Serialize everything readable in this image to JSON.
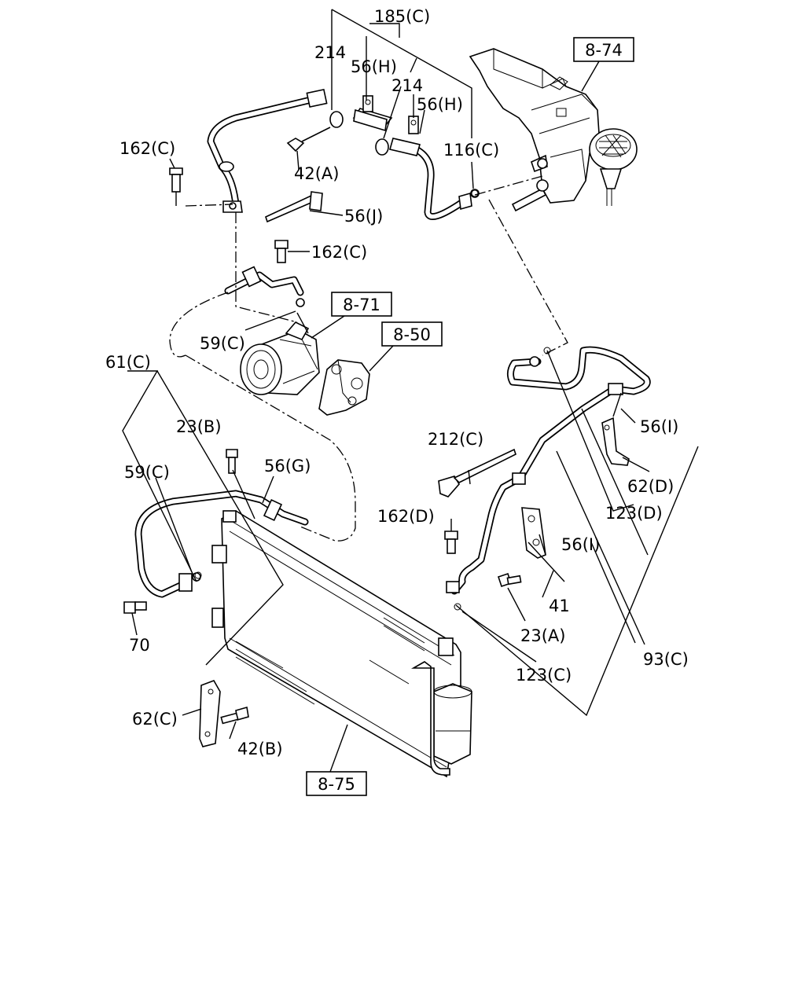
{
  "callouts": [
    {
      "id": "185C",
      "text": "185(C)"
    },
    {
      "id": "214a",
      "text": "214"
    },
    {
      "id": "56Ha",
      "text": "56(H)"
    },
    {
      "id": "214b",
      "text": "214"
    },
    {
      "id": "56Hb",
      "text": "56(H)"
    },
    {
      "id": "116C",
      "text": "116(C)"
    },
    {
      "id": "162Ca",
      "text": "162(C)"
    },
    {
      "id": "42A",
      "text": "42(A)"
    },
    {
      "id": "56J",
      "text": "56(J)"
    },
    {
      "id": "162Cb",
      "text": "162(C)"
    },
    {
      "id": "59Ca",
      "text": "59(C)"
    },
    {
      "id": "61C",
      "text": "61(C)"
    },
    {
      "id": "23B",
      "text": "23(B)"
    },
    {
      "id": "59Cb",
      "text": "59(C)"
    },
    {
      "id": "56G",
      "text": "56(G)"
    },
    {
      "id": "212C",
      "text": "212(C)"
    },
    {
      "id": "56Ia",
      "text": "56(I)"
    },
    {
      "id": "62D",
      "text": "62(D)"
    },
    {
      "id": "123D",
      "text": "123(D)"
    },
    {
      "id": "162D",
      "text": "162(D)"
    },
    {
      "id": "56Ib",
      "text": "56(I)"
    },
    {
      "id": "41",
      "text": "41"
    },
    {
      "id": "23A",
      "text": "23(A)"
    },
    {
      "id": "70",
      "text": "70"
    },
    {
      "id": "93C",
      "text": "93(C)"
    },
    {
      "id": "123C",
      "text": "123(C)"
    },
    {
      "id": "62C",
      "text": "62(C)"
    },
    {
      "id": "42B",
      "text": "42(B)"
    }
  ],
  "refs": [
    {
      "id": "r874",
      "text": "8-74"
    },
    {
      "id": "r871",
      "text": "8-71"
    },
    {
      "id": "r850",
      "text": "8-50"
    },
    {
      "id": "r875",
      "text": "8-75"
    }
  ]
}
